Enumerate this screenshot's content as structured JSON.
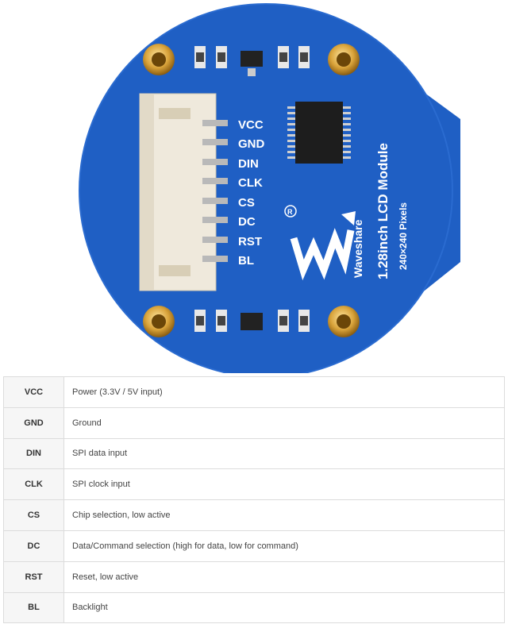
{
  "board": {
    "brand": "Waveshare",
    "product": "1.28inch LCD Module",
    "resolution": "240×240 Pixels",
    "pin_labels": [
      "VCC",
      "GND",
      "DIN",
      "CLK",
      "CS",
      "DC",
      "RST",
      "BL"
    ],
    "colors": {
      "pcb": "#1f5fc4",
      "pcb_dark": "#1a4fa8",
      "gold": "#d9a33a",
      "connector": "#efe9dc"
    }
  },
  "pins": [
    {
      "name": "VCC",
      "desc": "Power (3.3V / 5V input)"
    },
    {
      "name": "GND",
      "desc": "Ground"
    },
    {
      "name": "DIN",
      "desc": "SPI data input"
    },
    {
      "name": "CLK",
      "desc": "SPI clock input"
    },
    {
      "name": "CS",
      "desc": "Chip selection, low active"
    },
    {
      "name": "DC",
      "desc": "Data/Command selection (high for data, low for command)"
    },
    {
      "name": "RST",
      "desc": "Reset, low active"
    },
    {
      "name": "BL",
      "desc": "Backlight"
    }
  ]
}
